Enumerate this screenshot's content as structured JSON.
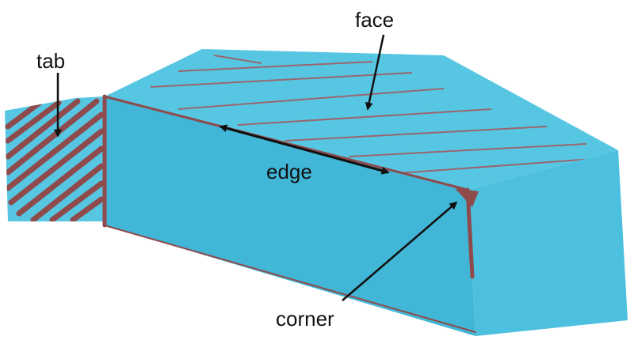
{
  "labels": {
    "tab": "tab",
    "face": "face",
    "edge": "edge",
    "corner": "corner"
  },
  "colors": {
    "box_face": "#54c6e2",
    "box_front": "#41b6d6",
    "box_side": "#4cc0dd",
    "marker": "#8f4a4c",
    "arrow": "#111111"
  }
}
